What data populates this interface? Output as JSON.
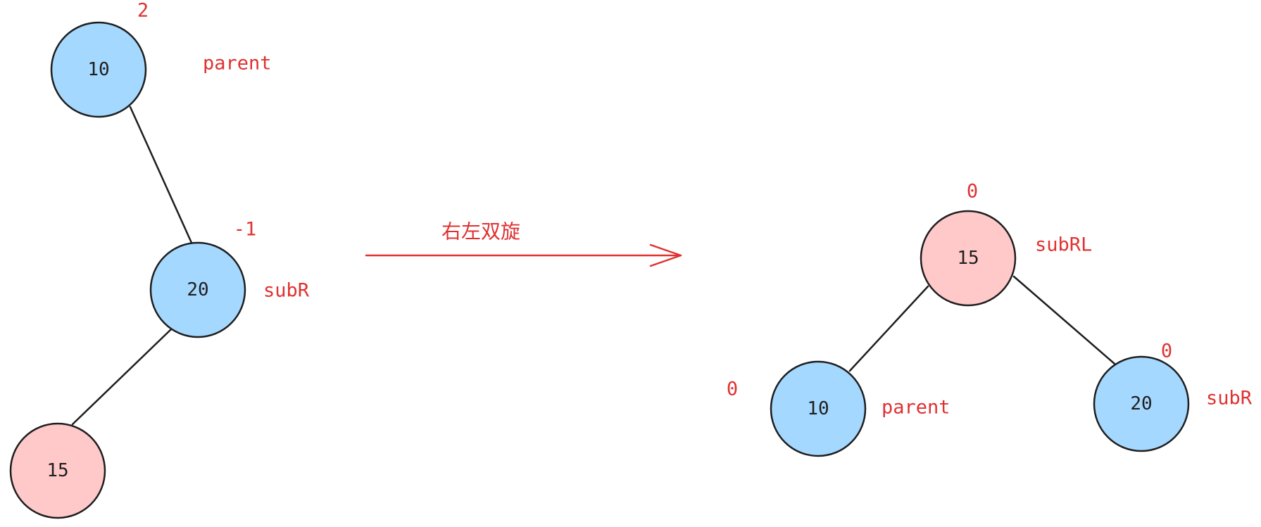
{
  "colors": {
    "node_blue": "#a5d8ff",
    "node_pink": "#ffc9c9",
    "stroke": "#1e1e1e",
    "annotation": "#e03131"
  },
  "before": {
    "nodes": {
      "parent": {
        "value": "10",
        "balance": "2",
        "label": "parent",
        "color": "blue"
      },
      "subR": {
        "value": "20",
        "balance": "-1",
        "label": "subR",
        "color": "blue"
      },
      "subRL": {
        "value": "15",
        "color": "pink"
      }
    },
    "edges": [
      {
        "from": "parent",
        "to": "subR"
      },
      {
        "from": "subR",
        "to": "subRL"
      }
    ]
  },
  "operation": {
    "label": "右左双旋"
  },
  "after": {
    "nodes": {
      "subRL": {
        "value": "15",
        "balance": "0",
        "label": "subRL",
        "color": "pink"
      },
      "parent": {
        "value": "10",
        "balance": "0",
        "label": "parent",
        "color": "blue"
      },
      "subR": {
        "value": "20",
        "balance": "0",
        "label": "subR",
        "color": "blue"
      }
    },
    "edges": [
      {
        "from": "subRL",
        "to": "parent"
      },
      {
        "from": "subRL",
        "to": "subR"
      }
    ]
  }
}
